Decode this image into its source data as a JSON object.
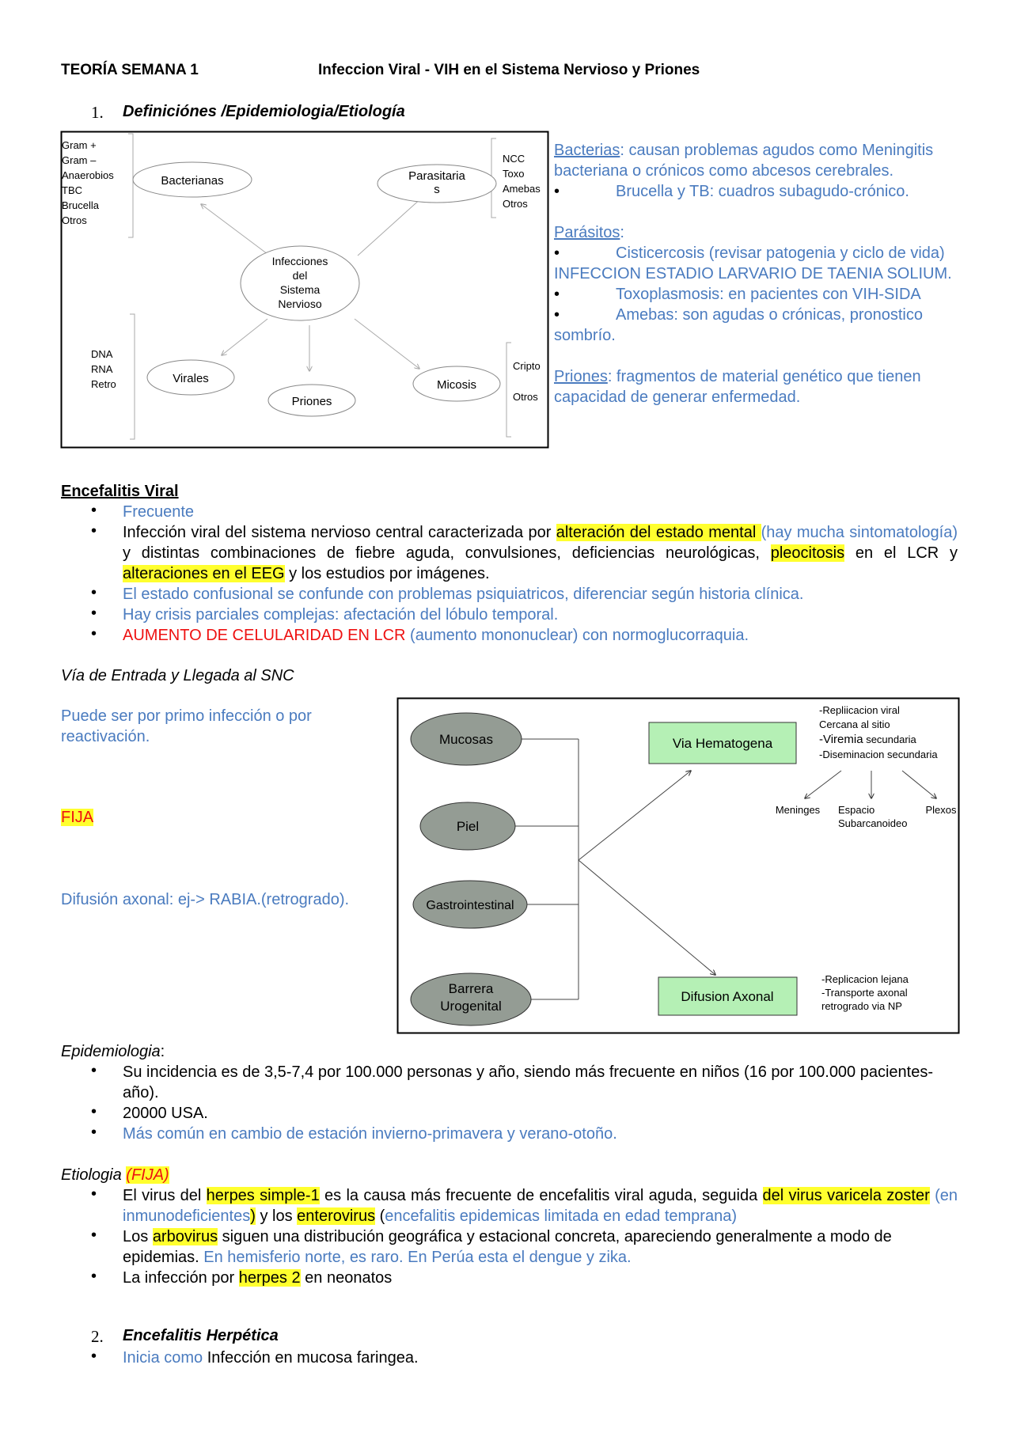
{
  "header": {
    "left_title": "TEORÍA SEMANA 1",
    "right_title": "Infeccion Viral - VIH en el Sistema Nervioso y Priones"
  },
  "section1": {
    "number": "1.",
    "title": "Definiciónes /Epidemiologia/Etiología"
  },
  "diagram1": {
    "center": [
      "Infecciones",
      "del",
      "Sistema",
      "Nervioso"
    ],
    "bacterianas": "Bacterianas",
    "parasitarias": [
      "Parasitaria",
      "s"
    ],
    "virales": "Virales",
    "priones": "Priones",
    "micosis": "Micosis",
    "bact_list": [
      "Gram +",
      "Gram –",
      "Anaerobios",
      "TBC",
      "Brucella",
      "Otros"
    ],
    "par_list": [
      "NCC",
      "Toxo",
      "Amebas",
      "Otros"
    ],
    "vir_list": [
      "DNA",
      "RNA",
      "Retro"
    ],
    "mic_list": [
      "Cripto",
      "Otros"
    ]
  },
  "side_notes": {
    "bacterias_label": "Bacterias",
    "bacterias_text": ": causan problemas agudos como Meningitis bacteriana o crónicos como abcesos cerebrales.",
    "bacterias_bullet": "Brucella y TB: cuadros subagudo-crónico.",
    "parasitos_label": "Parásitos",
    "parasitos_colon": ":",
    "par_b1": "Cisticercosis (revisar patogenia y ciclo de vida) INFECCION ESTADIO LARVARIO DE TAENIA SOLIUM.",
    "par_b2": "Toxoplasmosis: en pacientes con VIH-SIDA",
    "par_b3": "Amebas: son agudas o crónicas, pronostico sombrío.",
    "priones_label": "Priones",
    "priones_text": ": fragmentos de material genético que tienen capacidad de generar enfermedad."
  },
  "encefalitis": {
    "title": "Encefalitis Viral",
    "b1": "Frecuente",
    "b2_a": "Infección viral del sistema nervioso central caracterizada por ",
    "b2_hl1": "alteración del estado mental ",
    "b2_blue1": "(hay mucha sintomatología)",
    "b2_b": " y distintas combinaciones de fiebre aguda, convulsiones, deficiencias neurológicas, ",
    "b2_hl2": "pleocitosis",
    "b2_c": " en el LCR y ",
    "b2_hl3": "alteraciones en el EEG",
    "b2_d": " y los estudios por imágenes.",
    "b3": "El estado confusional se confunde con problemas psiquiatricos, diferenciar según historia clínica.",
    "b4": "Hay crisis parciales complejas: afectación del lóbulo temporal.",
    "b5_red": "AUMENTO DE CELULARIDAD EN LCR",
    "b5_blue": " (aumento mononuclear) con normoglucorraquia."
  },
  "via": {
    "title": "Vía de Entrada y Llegada al SNC",
    "note1": "Puede ser por primo infección o por reactivación.",
    "fija": "FIJA",
    "note2": "Difusión axonal: ej-> RABIA.(retrogrado)."
  },
  "diagram2": {
    "mucosas": "Mucosas",
    "piel": "Piel",
    "gastro": "Gastrointestinal",
    "barrera": [
      "Barrera",
      "Urogenital"
    ],
    "hemato": "Via Hematogena",
    "axonal": "Difusion Axonal",
    "hemato_notes": [
      "-Repliicacion viral",
      "Cercana al sitio",
      "-Viremia",
      " secundaria",
      "-Diseminacion secundaria"
    ],
    "targets": [
      "Meninges",
      "Espacio",
      "Subarcanoideo",
      "Plexos"
    ],
    "axonal_notes": [
      "-Replicacion lejana",
      "-Transporte axonal",
      "retrogrado via NP"
    ]
  },
  "epidemiologia": {
    "title": "Epidemiologia",
    "colon": ":",
    "b1": "Su incidencia es de 3,5-7,4 por 100.000 personas y año, siendo más frecuente en niños (16 por 100.000 pacientes- año).",
    "b2": " 20000 USA.",
    "b3": "Más común en cambio de estación invierno-primavera y verano-otoño."
  },
  "etiologia": {
    "title": "Etiologia ",
    "fija": "(FIJA)",
    "b1_a": "El virus del ",
    "b1_hl1": "herpes simple-1",
    "b1_b": " es la causa más frecuente de encefalitis viral aguda, seguida ",
    "b1_hl2": "del virus varicela zoster",
    "b1_blue1": " (en inmunodeficientes",
    "b1_hl3": ")",
    "b1_c": " y los ",
    "b1_hl4": "enterovirus",
    "b1_d": " (",
    "b1_blue2": "encefalitis epidemicas limitada en edad temprana)",
    "b2_a": "Los ",
    "b2_hl": "arbovirus",
    "b2_b": " siguen una distribución geográfica y estacional concreta, apareciendo generalmente a modo de epidemias. ",
    "b2_blue": "En hemisferio norte, es raro. En Perúa esta el dengue y zika.",
    "b3_a": "La infección por ",
    "b3_hl": "herpes 2",
    "b3_b": " en neonatos"
  },
  "section2": {
    "number": "2.",
    "title": "Encefalitis Herpética",
    "b1_blue": "Inicia como",
    "b1_black": " Infección en mucosa faringea."
  }
}
